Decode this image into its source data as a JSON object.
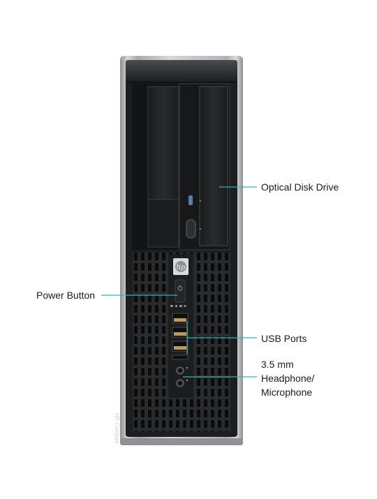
{
  "labels": {
    "optical_drive": "Optical Disk Drive",
    "power_button": "Power Button",
    "usb_ports": "USB Ports",
    "audio_line1": "3.5 mm",
    "audio_line2": "Headphone/",
    "audio_line3": "Microphone"
  },
  "product": {
    "brand_vertical": "HP Compaq"
  },
  "colors": {
    "callout_line": "#2fb7b3",
    "chassis_silver": "#b9bbbd",
    "bezel_black": "#1e1f21"
  },
  "icons": {
    "logo": "hp-logo-icon"
  }
}
